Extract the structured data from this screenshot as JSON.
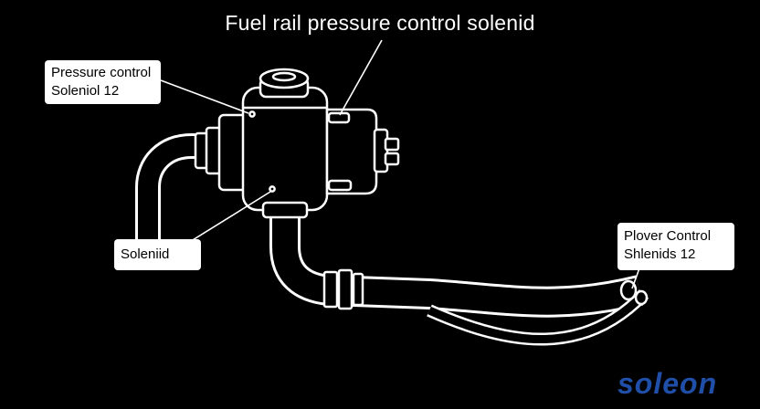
{
  "title": "Fuel rail pressure control solenid",
  "callouts": {
    "pressure_control": {
      "line1": "Pressure control",
      "line2": "Soleniol 12"
    },
    "solenoid": {
      "line1": "Soleniid"
    },
    "plover_control": {
      "line1": "Plover Control",
      "line2": "Shlenids 12"
    }
  },
  "logo": {
    "text": "soleon",
    "color": "#1f4fa8"
  },
  "colors": {
    "background": "#000000",
    "line": "#ffffff"
  }
}
